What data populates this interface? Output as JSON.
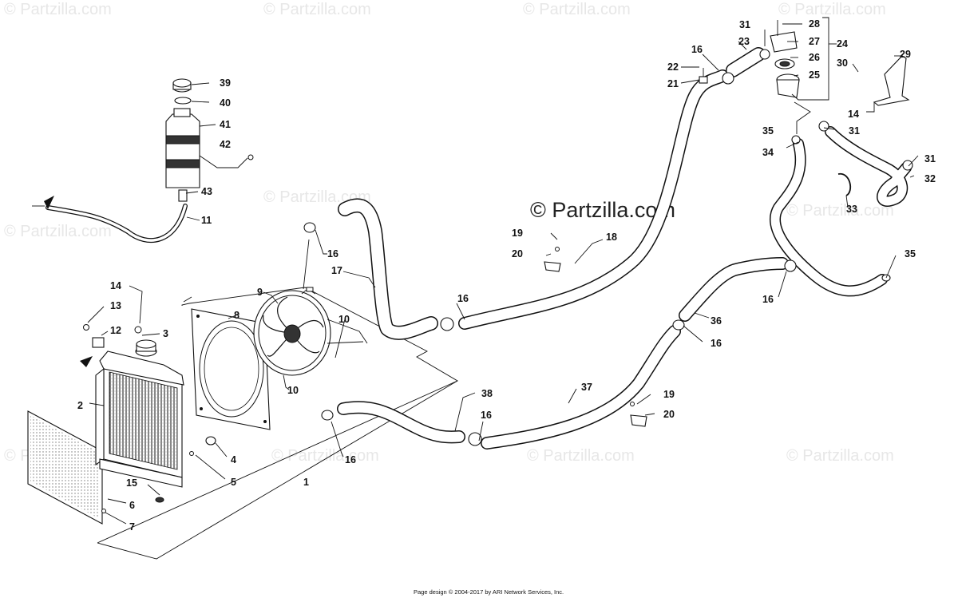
{
  "watermark": {
    "site": "© Partzilla.com",
    "main": "© Partzilla.com"
  },
  "callouts": {
    "c1": "1",
    "c2": "2",
    "c3": "3",
    "c4": "4",
    "c5": "5",
    "c6": "6",
    "c7": "7",
    "c8": "8",
    "c9": "9",
    "c10": "10",
    "c11": "11",
    "c12": "12",
    "c13": "13",
    "c14": "14",
    "c15": "15",
    "c16": "16",
    "c17": "17",
    "c18": "18",
    "c19": "19",
    "c20": "20",
    "c21": "21",
    "c22": "22",
    "c23": "23",
    "c24": "24",
    "c25": "25",
    "c26": "26",
    "c27": "27",
    "c28": "28",
    "c29": "29",
    "c30": "30",
    "c31": "31",
    "c32": "32",
    "c33": "33",
    "c34": "34",
    "c35": "35",
    "c36": "36",
    "c37": "37",
    "c38": "38",
    "c39": "39",
    "c40": "40",
    "c41": "41",
    "c42": "42",
    "c43": "43"
  },
  "footer": "Page design © 2004-2017 by ARI Network Services, Inc."
}
